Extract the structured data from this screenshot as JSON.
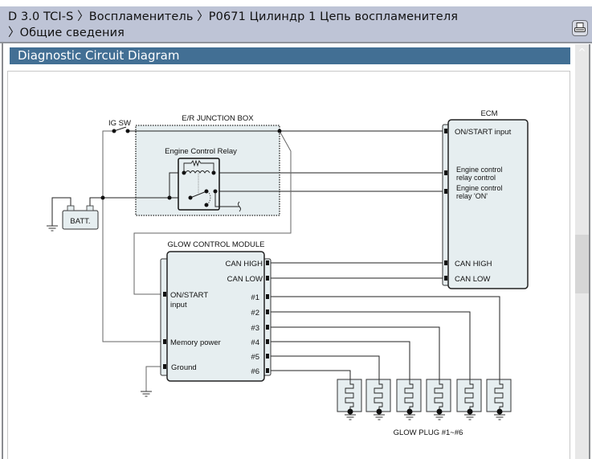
{
  "header": {
    "breadcrumb_line1": "D 3.0 TCI-S 〉Воспламенитель 〉P0671 Цилиндр 1 Цепь воспламенителя",
    "breadcrumb_line2": "〉Общие сведения",
    "print_icon": "printer-icon"
  },
  "section": {
    "title": "Diagnostic Circuit Diagram"
  },
  "scrollbar": {
    "up_icon": "^",
    "position_fraction": 0.47
  },
  "diagram": {
    "ig_sw": "IG SW",
    "junction_box": "E/R JUNCTION BOX",
    "relay": "Engine Control Relay",
    "battery": "BATT.",
    "ecm": {
      "title": "ECM",
      "on_start": "ON/START input",
      "relay_control_1": "Engine control",
      "relay_control_2": "relay control",
      "relay_on_1": "Engine control",
      "relay_on_2": "relay 'ON'",
      "can_high": "CAN HIGH",
      "can_low": "CAN LOW"
    },
    "gcm": {
      "title": "GLOW CONTROL MODULE",
      "can_high": "CAN HIGH",
      "can_low": "CAN LOW",
      "on_start_1": "ON/START",
      "on_start_2": "input",
      "memory_power": "Memory power",
      "ground": "Ground",
      "pins": [
        "#1",
        "#2",
        "#3",
        "#4",
        "#5",
        "#6"
      ]
    },
    "glow_plug_label": "GLOW PLUG #1~#6",
    "colors": {
      "box_fill": "#e6eef0",
      "wire": "#222222",
      "grey_wire": "#777777"
    }
  }
}
